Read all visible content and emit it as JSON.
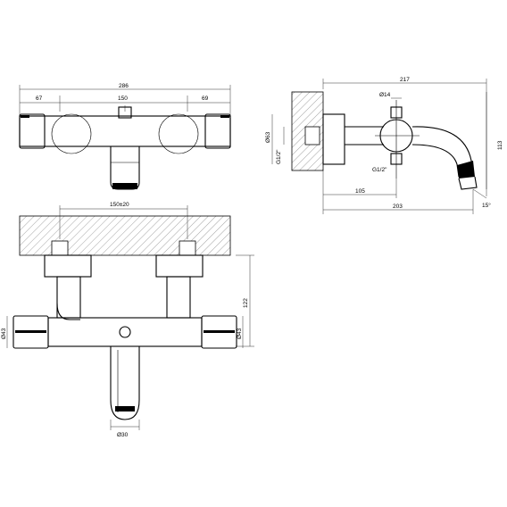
{
  "front_view": {
    "total_width": "286",
    "left_offset": "67",
    "center_distance": "150",
    "right_offset": "69"
  },
  "side_view": {
    "total_depth": "217",
    "diameter_14": "Ø14",
    "diameter_63": "Ø63",
    "thread_left": "G1/2\"",
    "thread_bottom": "G1/2\"",
    "height": "113",
    "spout_offset": "105",
    "spout_length": "203",
    "angle": "15°"
  },
  "top_view": {
    "center_distance_tol": "150±20",
    "height": "122",
    "left_diameter": "Ø43",
    "right_diameter": "Ø43",
    "spout_diameter": "Ø30"
  }
}
